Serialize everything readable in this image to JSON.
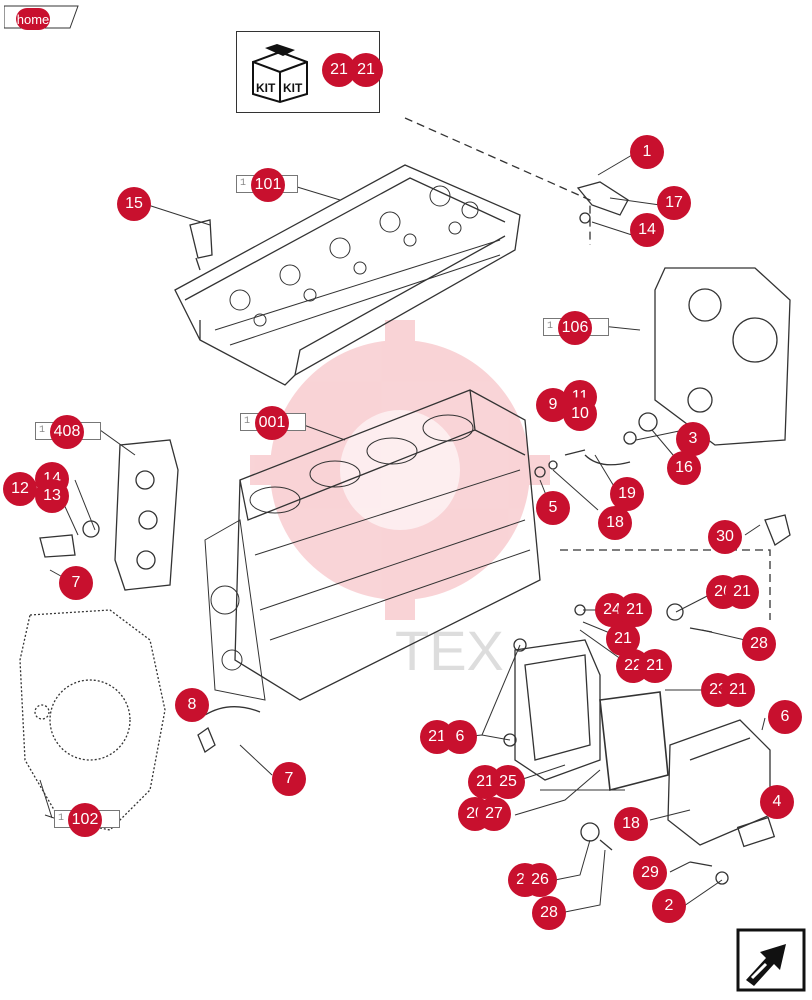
{
  "home_label": "home",
  "kit_label": "KIT",
  "watermark": "TEX",
  "accent_color": "#c8102e",
  "nav_icon": "next-page-arrow-icon",
  "refs": [
    {
      "id": "ref-101",
      "num": "101"
    },
    {
      "id": "ref-106",
      "num": "106"
    },
    {
      "id": "ref-408",
      "num": "408"
    },
    {
      "id": "ref-001",
      "num": "001"
    },
    {
      "id": "ref-102",
      "num": "102"
    }
  ],
  "callouts": [
    {
      "id": "kit-a",
      "num": "21"
    },
    {
      "id": "kit-b",
      "num": "21"
    },
    {
      "id": "c1",
      "num": "1"
    },
    {
      "id": "c17",
      "num": "17"
    },
    {
      "id": "c14a",
      "num": "14"
    },
    {
      "id": "c15",
      "num": "15"
    },
    {
      "id": "c9",
      "num": "9"
    },
    {
      "id": "c11a",
      "num": "11"
    },
    {
      "id": "c10",
      "num": "10"
    },
    {
      "id": "c3",
      "num": "3"
    },
    {
      "id": "c16",
      "num": "16"
    },
    {
      "id": "c5",
      "num": "5"
    },
    {
      "id": "c18a",
      "num": "18"
    },
    {
      "id": "c19",
      "num": "19"
    },
    {
      "id": "c14b",
      "num": "14"
    },
    {
      "id": "c12",
      "num": "12"
    },
    {
      "id": "c13",
      "num": "13"
    },
    {
      "id": "c7a",
      "num": "7"
    },
    {
      "id": "c30",
      "num": "30"
    },
    {
      "id": "c24",
      "num": "24"
    },
    {
      "id": "c21a",
      "num": "21"
    },
    {
      "id": "c26a",
      "num": "26"
    },
    {
      "id": "c21b",
      "num": "21"
    },
    {
      "id": "c21c",
      "num": "21"
    },
    {
      "id": "c22",
      "num": "22"
    },
    {
      "id": "c21d",
      "num": "21"
    },
    {
      "id": "c28a",
      "num": "28"
    },
    {
      "id": "c8",
      "num": "8"
    },
    {
      "id": "c7b",
      "num": "7"
    },
    {
      "id": "c21e",
      "num": "21"
    },
    {
      "id": "c6a",
      "num": "6"
    },
    {
      "id": "c23",
      "num": "23"
    },
    {
      "id": "c21f",
      "num": "21"
    },
    {
      "id": "c6b",
      "num": "6"
    },
    {
      "id": "c21g",
      "num": "21"
    },
    {
      "id": "c25",
      "num": "25"
    },
    {
      "id": "c20",
      "num": "20"
    },
    {
      "id": "c27",
      "num": "27"
    },
    {
      "id": "c4",
      "num": "4"
    },
    {
      "id": "c18b",
      "num": "18"
    },
    {
      "id": "c29",
      "num": "29"
    },
    {
      "id": "c2",
      "num": "2"
    },
    {
      "id": "c20b",
      "num": "20"
    },
    {
      "id": "c26b",
      "num": "26"
    },
    {
      "id": "c28b",
      "num": "28"
    }
  ]
}
